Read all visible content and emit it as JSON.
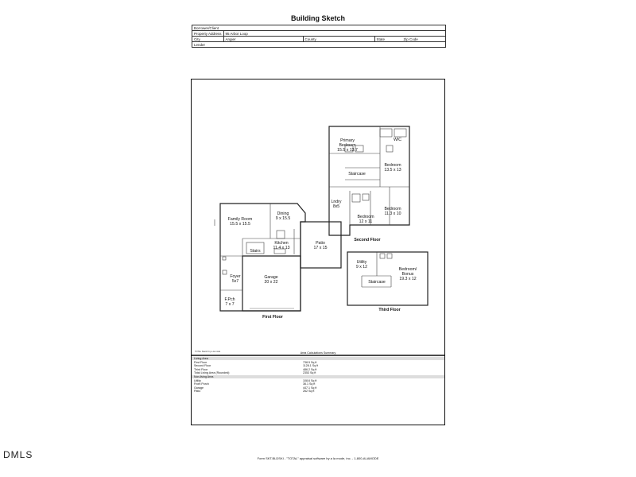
{
  "title": "Building Sketch",
  "info": {
    "borrower_label": "Borrower/Client",
    "property_label": "Property Address",
    "property_value": "95 Arbor Loop",
    "city_label": "City",
    "city_value": "Angier",
    "county_label": "County",
    "state_label": "State",
    "zip_label": "Zip Code",
    "lender_label": "Lender"
  },
  "first_floor": {
    "label": "First Floor",
    "rooms": [
      {
        "name": "Family Room",
        "dim": "15.5 x 15.5"
      },
      {
        "name": "Dining",
        "dim": "9 x 15.5"
      },
      {
        "name": "Kitchen",
        "dim": "11.4 x 13"
      },
      {
        "name": "Stairs",
        "dim": ""
      },
      {
        "name": "Patio",
        "dim": "17 x 15"
      },
      {
        "name": "Foyer",
        "dim": "5x7"
      },
      {
        "name": "Garage",
        "dim": "20 x 22"
      },
      {
        "name": "F.Pch",
        "dim": "7 x 7"
      }
    ]
  },
  "second_floor": {
    "label": "Second Floor",
    "rooms": [
      {
        "name": "Primary Bedroom",
        "name_line1": "Primary",
        "name_line2": "Bedroom",
        "dim": "15.5 x 13.7"
      },
      {
        "name": "WIC",
        "dim": ""
      },
      {
        "name": "Bedroom",
        "dim": "13.5 x 13"
      },
      {
        "name": "Staircase",
        "dim": ""
      },
      {
        "name": "Lndry",
        "dim": "8x5"
      },
      {
        "name": "Bedroom",
        "dim": "12 x 11"
      },
      {
        "name": "Bedroom",
        "dim": "11.3 x 10"
      }
    ]
  },
  "third_floor": {
    "label": "Third Floor",
    "rooms": [
      {
        "name": "Utility",
        "dim": "9 x 12"
      },
      {
        "name": "Bedroom/ Bonus",
        "name_line1": "Bedroom/",
        "name_line2": "Bonus",
        "dim": "19.3 x 12"
      },
      {
        "name": "Staircase",
        "dim": ""
      }
    ]
  },
  "small_note": "TOTAL Sketch by a la mode",
  "summary": {
    "heading": "Area Calculations Summary",
    "rows": [
      {
        "label": "Living Area",
        "value": "",
        "section": true
      },
      {
        "label": "First Floor",
        "value": "738.5 Sq ft",
        "section": false
      },
      {
        "label": "Second Floor",
        "value": "1128.1 Sq ft",
        "section": false
      },
      {
        "label": "Third Floor",
        "value": "486.2 Sq ft",
        "section": false
      },
      {
        "label": "Total Living Area (Rounded):",
        "value": "2353 Sq ft",
        "section": false
      },
      {
        "label": "Non-living Area",
        "value": "",
        "section": true
      },
      {
        "label": "Utility",
        "value": "108.6 Sq ft",
        "section": false
      },
      {
        "label": "Front Porch",
        "value": "36.1 Sq ft",
        "section": false
      },
      {
        "label": "Garage",
        "value": "447.1 Sq ft",
        "section": false
      },
      {
        "label": "Patio",
        "value": "262 Sq ft",
        "section": false
      }
    ]
  },
  "footer": "Form SKT.BLDSKI - \"TOTAL\" appraisal software by a la mode, inc. - 1-800-ALAMODE",
  "watermark": "DMLS"
}
